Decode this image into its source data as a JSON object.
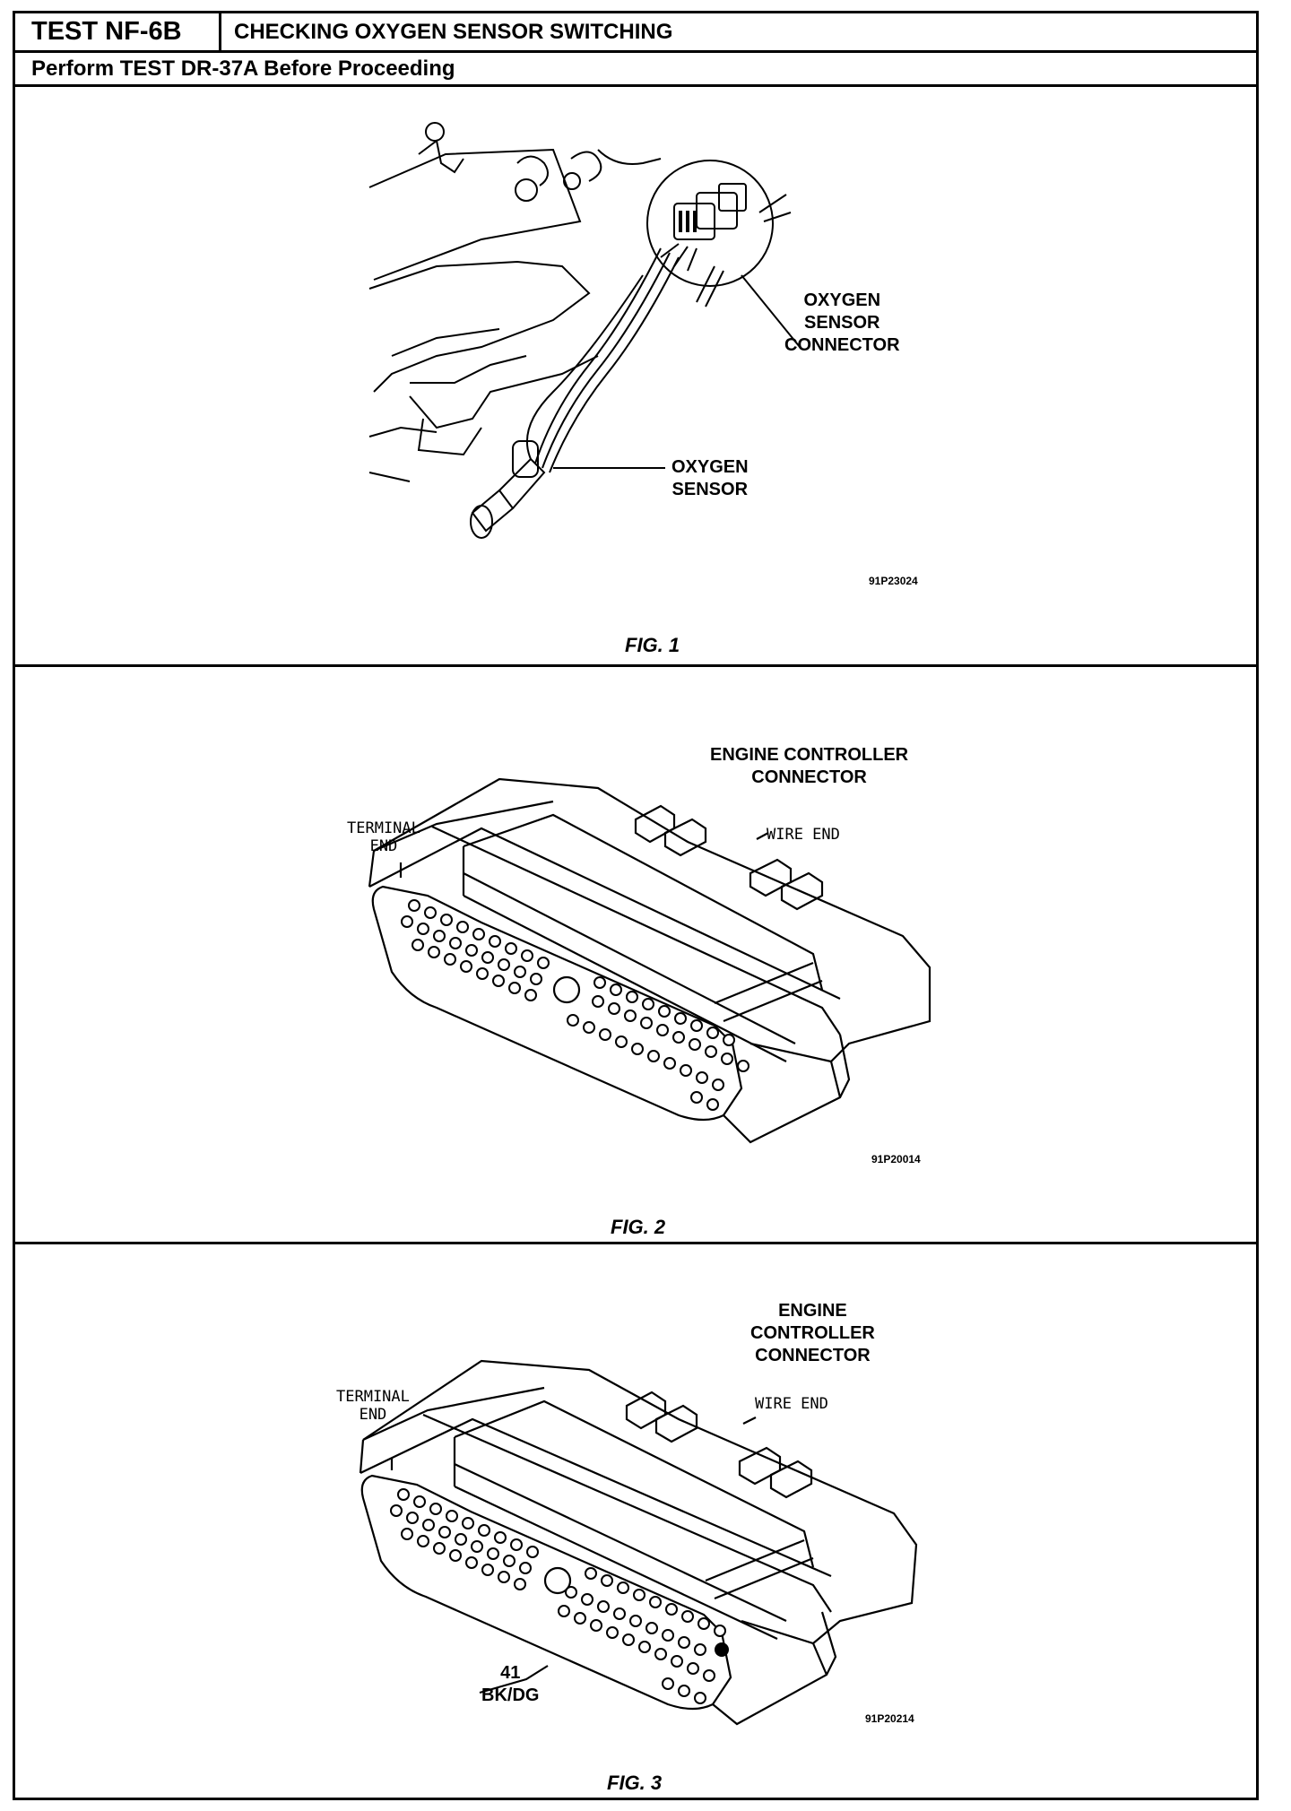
{
  "header": {
    "test_id": "TEST NF-6B",
    "title": "CHECKING OXYGEN SENSOR SWITCHING",
    "prerequisite": "Perform TEST DR-37A  Before Proceeding"
  },
  "figures": [
    {
      "caption": "FIG. 1",
      "code": "91P23024",
      "labels": {
        "connector_l1": "OXYGEN",
        "connector_l2": "SENSOR",
        "connector_l3": "CONNECTOR",
        "sensor_l1": "OXYGEN",
        "sensor_l2": "SENSOR"
      }
    },
    {
      "caption": "FIG. 2",
      "code": "91P20014",
      "labels": {
        "title_l1": "ENGINE CONTROLLER",
        "title_l2": "CONNECTOR",
        "terminal_l1": "TERMINAL",
        "terminal_l2": "END",
        "wire_end": "WIRE END"
      }
    },
    {
      "caption": "FIG. 3",
      "code": "91P20214",
      "labels": {
        "title_l1": "ENGINE",
        "title_l2": "CONTROLLER",
        "title_l3": "CONNECTOR",
        "terminal_l1": "TERMINAL",
        "terminal_l2": "END",
        "wire_end": "WIRE END",
        "pin_number": "41",
        "wire_color": "BK/DG"
      }
    }
  ]
}
